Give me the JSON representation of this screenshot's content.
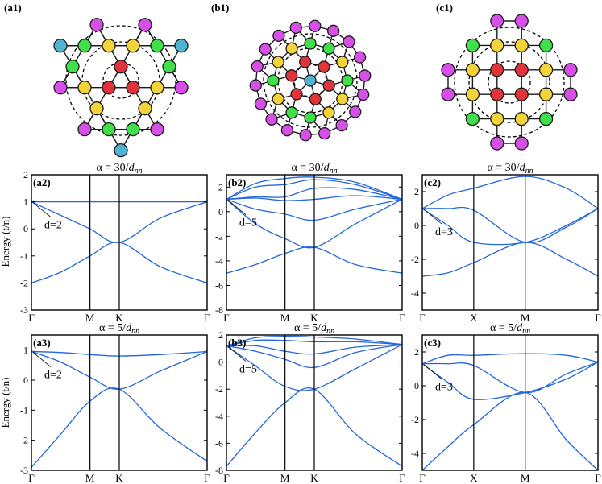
{
  "figure": {
    "lattice_panels": [
      {
        "label": "(a1)",
        "lattice": "kagome",
        "ring_count": 3
      },
      {
        "label": "(b1)",
        "lattice": "decorated-triangular",
        "ring_count": 3
      },
      {
        "label": "(c1)",
        "lattice": "decorated-square",
        "ring_count": 3
      }
    ],
    "site_colors": {
      "bulk": "#4fb3d1",
      "ring1": "#e0343a",
      "ring2": "#f2d33a",
      "ring3": "#3fe04a",
      "ring4": "#d64fe6",
      "line": "#1a1a1a",
      "band": "#2266dd"
    },
    "y_axis_title": "Energy (t/n)"
  },
  "chart_data": [
    {
      "id": "a2",
      "label": "(a2)",
      "type": "line",
      "title_prefix": "α = 30/",
      "title_var": "d",
      "title_sub": "nn",
      "xticks": [
        "Γ",
        "M",
        "K",
        "Γ"
      ],
      "xtick_positions": [
        0,
        1,
        1.5,
        3
      ],
      "ylim": [
        -3,
        2
      ],
      "yticks": [
        -3,
        -2,
        -1,
        0,
        1,
        2
      ],
      "annotation": "d=2",
      "annotation_target": [
        0,
        1
      ],
      "series": [
        {
          "x": [
            0,
            1,
            1.5,
            3
          ],
          "y": [
            1.0,
            1.0,
            1.0,
            1.0
          ]
        },
        {
          "x": [
            0,
            0.5,
            1,
            1.5,
            2.2,
            3
          ],
          "y": [
            1.0,
            0.5,
            0.0,
            -0.5,
            0.4,
            1.0
          ]
        },
        {
          "x": [
            0,
            0.5,
            1,
            1.5,
            2.2,
            3
          ],
          "y": [
            -2.0,
            -1.6,
            -1.0,
            -0.5,
            -1.4,
            -2.0
          ]
        }
      ]
    },
    {
      "id": "b2",
      "label": "(b2)",
      "type": "line",
      "title_prefix": "α = 30/",
      "title_var": "d",
      "title_sub": "nn",
      "xticks": [
        "Γ",
        "M",
        "K",
        "Γ"
      ],
      "xtick_positions": [
        0,
        1,
        1.5,
        3
      ],
      "ylim": [
        -8,
        3
      ],
      "yticks": [
        -8,
        -6,
        -4,
        -2,
        0,
        2
      ],
      "annotation": "d=5",
      "annotation_target": [
        0,
        1
      ],
      "series": [
        {
          "x": [
            0,
            0.5,
            1,
            1.5,
            2.2,
            3
          ],
          "y": [
            1.0,
            2.3,
            2.7,
            2.8,
            2.4,
            1.0
          ]
        },
        {
          "x": [
            0,
            0.5,
            1,
            1.5,
            2.2,
            3
          ],
          "y": [
            1.0,
            2.0,
            2.2,
            2.6,
            2.2,
            1.0
          ]
        },
        {
          "x": [
            0,
            0.5,
            1,
            1.5,
            2.2,
            3
          ],
          "y": [
            1.0,
            1.2,
            1.2,
            1.9,
            1.8,
            1.0
          ]
        },
        {
          "x": [
            0,
            0.5,
            1,
            1.5,
            2.2,
            3
          ],
          "y": [
            1.0,
            1.1,
            0.9,
            1.0,
            1.3,
            1.0
          ]
        },
        {
          "x": [
            0,
            0.5,
            1,
            1.5,
            2.2,
            3
          ],
          "y": [
            1.0,
            0.2,
            -0.2,
            -0.7,
            0.2,
            1.0
          ]
        },
        {
          "x": [
            0,
            0.5,
            1,
            1.5,
            2.2,
            3
          ],
          "y": [
            1.0,
            -1.0,
            -2.2,
            -2.9,
            -1.0,
            1.0
          ]
        },
        {
          "x": [
            0,
            0.5,
            1,
            1.5,
            2.2,
            3
          ],
          "y": [
            -5.0,
            -4.3,
            -3.4,
            -2.9,
            -4.3,
            -5.0
          ]
        }
      ]
    },
    {
      "id": "c2",
      "label": "(c2)",
      "type": "line",
      "title_prefix": "α = 30/",
      "title_var": "d",
      "title_sub": "nn",
      "xticks": [
        "Γ",
        "X",
        "M",
        "Γ"
      ],
      "xtick_positions": [
        0,
        1,
        2,
        3.4142
      ],
      "ylim": [
        -5,
        3
      ],
      "yticks": [
        -4,
        -2,
        0,
        2
      ],
      "annotation": "d=3",
      "annotation_target": [
        0,
        1
      ],
      "series": [
        {
          "x": [
            0,
            0.5,
            1,
            2,
            2.8,
            3.4142
          ],
          "y": [
            1.0,
            1.8,
            2.2,
            2.9,
            2.2,
            1.0
          ]
        },
        {
          "x": [
            0,
            0.5,
            1,
            2,
            2.8,
            3.4142
          ],
          "y": [
            1.0,
            1.0,
            0.9,
            -1.0,
            -0.1,
            1.0
          ]
        },
        {
          "x": [
            0,
            0.5,
            1,
            2,
            2.8,
            3.4142
          ],
          "y": [
            1.0,
            0.0,
            -1.0,
            -1.0,
            0.0,
            1.0
          ]
        },
        {
          "x": [
            0,
            0.5,
            1,
            2,
            2.8,
            3.4142
          ],
          "y": [
            -3.0,
            -2.8,
            -2.2,
            -1.0,
            -2.0,
            -3.0
          ]
        }
      ]
    },
    {
      "id": "a3",
      "label": "(a3)",
      "type": "line",
      "title_prefix": "α = 5/",
      "title_var": "d",
      "title_sub": "nn",
      "xticks": [
        "Γ",
        "M",
        "K",
        "Γ"
      ],
      "xtick_positions": [
        0,
        1,
        1.5,
        3
      ],
      "ylim": [
        -3,
        1.5
      ],
      "yticks": [
        -3,
        -2,
        -1,
        0,
        1
      ],
      "annotation": "d=2",
      "annotation_target": [
        0,
        0.95
      ],
      "series": [
        {
          "x": [
            0,
            0.5,
            1,
            1.5,
            2.2,
            3
          ],
          "y": [
            0.95,
            0.92,
            0.85,
            0.8,
            0.85,
            0.95
          ]
        },
        {
          "x": [
            0,
            0.5,
            1,
            1.5,
            2.2,
            3
          ],
          "y": [
            0.95,
            0.6,
            0.1,
            -0.3,
            0.3,
            0.95
          ]
        },
        {
          "x": [
            0,
            0.5,
            1,
            1.5,
            2.2,
            3
          ],
          "y": [
            -2.9,
            -1.8,
            -0.7,
            -0.3,
            -1.6,
            -2.7
          ]
        }
      ]
    },
    {
      "id": "b3",
      "label": "(b3)",
      "type": "line",
      "title_prefix": "α = 5/",
      "title_var": "d",
      "title_sub": "nn",
      "xticks": [
        "Γ",
        "M",
        "K",
        "Γ"
      ],
      "xtick_positions": [
        0,
        1,
        1.5,
        3
      ],
      "ylim": [
        -8,
        2
      ],
      "yticks": [
        -8,
        -6,
        -4,
        -2,
        0,
        2
      ],
      "annotation": "d=5",
      "annotation_target": [
        0,
        1.2
      ],
      "series": [
        {
          "x": [
            0,
            0.5,
            1,
            1.5,
            2.2,
            3
          ],
          "y": [
            1.2,
            1.8,
            1.9,
            1.85,
            1.7,
            1.3
          ]
        },
        {
          "x": [
            0,
            0.5,
            1,
            1.5,
            2.2,
            3
          ],
          "y": [
            1.2,
            1.6,
            1.6,
            1.5,
            1.5,
            1.3
          ]
        },
        {
          "x": [
            0,
            0.5,
            1,
            1.5,
            2.2,
            3
          ],
          "y": [
            1.2,
            1.2,
            0.8,
            0.6,
            1.1,
            1.3
          ]
        },
        {
          "x": [
            0,
            0.5,
            1,
            1.5,
            2.2,
            3
          ],
          "y": [
            1.2,
            0.8,
            0.2,
            -0.4,
            0.7,
            1.3
          ]
        },
        {
          "x": [
            0,
            0.5,
            1,
            1.5,
            2.2,
            3
          ],
          "y": [
            1.2,
            -0.3,
            -1.8,
            -2.0,
            -0.5,
            1.3
          ]
        },
        {
          "x": [
            0,
            0.5,
            1,
            1.5,
            2.2,
            3
          ],
          "y": [
            -7.7,
            -5.2,
            -3.0,
            -2.0,
            -5.3,
            -7.7
          ]
        }
      ]
    },
    {
      "id": "c3",
      "label": "(c3)",
      "type": "line",
      "title_prefix": "α = 5/",
      "title_var": "d",
      "title_sub": "nn",
      "xticks": [
        "Γ",
        "X",
        "M",
        "Γ"
      ],
      "xtick_positions": [
        0,
        1,
        2,
        3.4142
      ],
      "ylim": [
        -5,
        3
      ],
      "yticks": [
        -4,
        -2,
        0,
        2
      ],
      "annotation": "d=3",
      "annotation_target": [
        0,
        1.3
      ],
      "series": [
        {
          "x": [
            0,
            0.5,
            1,
            2,
            2.8,
            3.4142
          ],
          "y": [
            1.3,
            1.8,
            1.8,
            1.9,
            1.8,
            1.4
          ]
        },
        {
          "x": [
            0,
            0.5,
            1,
            2,
            2.8,
            3.4142
          ],
          "y": [
            1.3,
            1.3,
            1.2,
            -0.4,
            0.7,
            1.4
          ]
        },
        {
          "x": [
            0,
            0.5,
            1,
            2,
            2.8,
            3.4142
          ],
          "y": [
            1.3,
            0.2,
            -0.8,
            -0.4,
            0.4,
            1.4
          ]
        },
        {
          "x": [
            0,
            0.5,
            1,
            2,
            2.8,
            3.4142
          ],
          "y": [
            -5.0,
            -3.6,
            -2.3,
            -0.4,
            -3.2,
            -5.0
          ]
        }
      ]
    }
  ]
}
